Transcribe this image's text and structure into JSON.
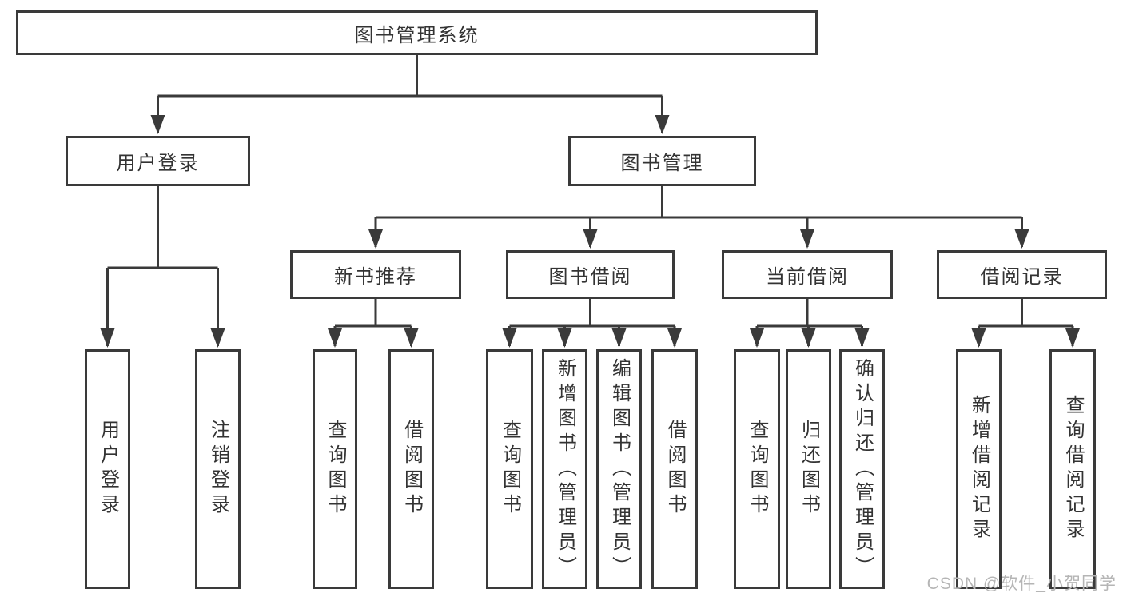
{
  "tree": {
    "root": {
      "label": "图书管理系统"
    },
    "level2": [
      {
        "label": "用户登录"
      },
      {
        "label": "图书管理"
      }
    ],
    "level3": [
      {
        "label": "新书推荐",
        "parent": "图书管理"
      },
      {
        "label": "图书借阅",
        "parent": "图书管理"
      },
      {
        "label": "当前借阅",
        "parent": "图书管理"
      },
      {
        "label": "借阅记录",
        "parent": "图书管理"
      }
    ],
    "leaves": [
      {
        "label": "用户登录",
        "parent": "用户登录"
      },
      {
        "label": "注销登录",
        "parent": "用户登录"
      },
      {
        "label": "查询图书",
        "parent": "新书推荐"
      },
      {
        "label": "借阅图书",
        "parent": "新书推荐"
      },
      {
        "label": "查询图书",
        "parent": "图书借阅"
      },
      {
        "label": "新增图书（管理员）",
        "parent": "图书借阅"
      },
      {
        "label": "编辑图书（管理员）",
        "parent": "图书借阅"
      },
      {
        "label": "借阅图书",
        "parent": "图书借阅"
      },
      {
        "label": "查询图书",
        "parent": "当前借阅"
      },
      {
        "label": "归还图书",
        "parent": "当前借阅"
      },
      {
        "label": "确认归还（管理员）",
        "parent": "当前借阅"
      },
      {
        "label": "新增借阅记录",
        "parent": "借阅记录"
      },
      {
        "label": "查询借阅记录",
        "parent": "借阅记录"
      }
    ]
  },
  "watermark": "CSDN @软件_小贺同学",
  "colors": {
    "line": "#3a3a3a",
    "text": "#333333",
    "watermark": "#b5b5b5",
    "background": "#ffffff"
  }
}
